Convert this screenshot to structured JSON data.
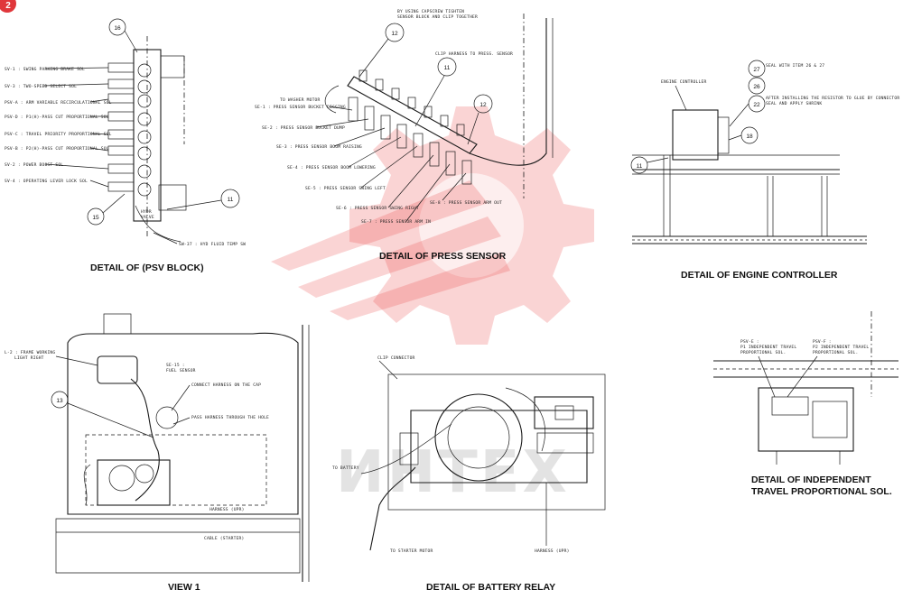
{
  "page_number": "2",
  "watermark": {
    "text": "ИНТЕХ"
  },
  "captions": {
    "psv_block": "DETAIL OF (PSV BLOCK)",
    "press_sensor": "DETAIL OF PRESS SENSOR",
    "engine_controller": "DETAIL OF ENGINE CONTROLLER",
    "view1": "VIEW  1",
    "battery_relay": "DETAIL OF BATTERY RELAY",
    "independent_travel_1": "DETAIL OF INDEPENDENT",
    "independent_travel_2": "TRAVEL PROPORTIONAL SOL."
  },
  "psv_labels": [
    "SV-1 : SWING PARKING BRAKE SOL",
    "SV-3 : TWO-SPEED SELECT SOL",
    "PSV-A : ARM VARIABLE RECIRCULATIONAL SOL",
    "PSV-D : P1(H)-PASS CUT PROPORTIONAL SOL",
    "PSV-C : TRAVEL PRIORITY PROPORTIONAL SOL",
    "PSV-B : P2(H)-PASS CUT PROPORTIONAL SOL",
    "SV-2 : POWER BOOST SOL",
    "SV-4 : OPERATING LEVER LOCK SOL"
  ],
  "psv_extra": {
    "hydr": "HYDR",
    "valve": "VALVE",
    "sw37": "SW-37 : HYD FLUID TEMP SW"
  },
  "press_labels": [
    "TO WASHER MOTOR",
    "SE-1 : PRESS SENSOR BUCKET DIGGING",
    "SE-2 : PRESS SENSOR BUCKET DUMP",
    "SE-3 : PRESS SENSOR BOOM RAISING",
    "SE-4 : PRESS SENSOR BOOM LOWERING",
    "SE-5 : PRESS SENSOR SWING LEFT",
    "SE-6 : PRESS SENSOR SWING RIGHT",
    "SE-7 : PRESS SENSOR ARM IN",
    "SE-8 : PRESS SENSOR  ARM OUT"
  ],
  "press_notes": {
    "top1": "BY USING CAPSCREW TIGHTEN",
    "top2": "SENSOR BLOCK AND CLIP TOGETHER",
    "clip": "CLIP HARNESS TO PRESS. SENSOR"
  },
  "engine_labels": {
    "controller": "ENGINE CONTROLLER",
    "seal": "SEAL WITH ITEM 26 & 27",
    "after1": "AFTER INSTALLING THE RESISTOR TO GLUE BY CONNECTOR",
    "after2": "SEAL AND APPLY SHRINK"
  },
  "view1_labels": {
    "lamp1": "L-2 : FRAME WORKING",
    "lamp2": "LIGHT RIGHT",
    "se15a": "SE-15 :",
    "se15b": "FUEL SENSOR",
    "connect": "CONNECT HARNESS ON THE CAP",
    "pass": "PASS HARNESS THROUGH THE HOLE",
    "harness": "HARNESS (UPR)",
    "cable": "CABLE (STARTER)"
  },
  "battery_labels": {
    "clip": "CLIP CONNECTOR",
    "to_battery": "TO BATTERY",
    "to_starter": "TO STARTER MOTOR",
    "harness": "HARNESS (UPR)"
  },
  "indep_labels": {
    "e1": "PSV-E :",
    "e2": "P1 INDEPENDENT TRAVEL",
    "e3": "PROPORTIONAL SOL.",
    "f1": "PSV-F :",
    "f2": "P2 INDEPENDENT TRAVEL",
    "f3": "PROPORTIONAL SOL."
  },
  "callouts": {
    "c16": "16",
    "c15": "15",
    "c11a": "11",
    "c12a": "12",
    "c11b": "11",
    "c12b": "12",
    "c27": "27",
    "c26": "26",
    "c22": "22",
    "c18": "18",
    "c11c": "11",
    "c13": "13"
  }
}
